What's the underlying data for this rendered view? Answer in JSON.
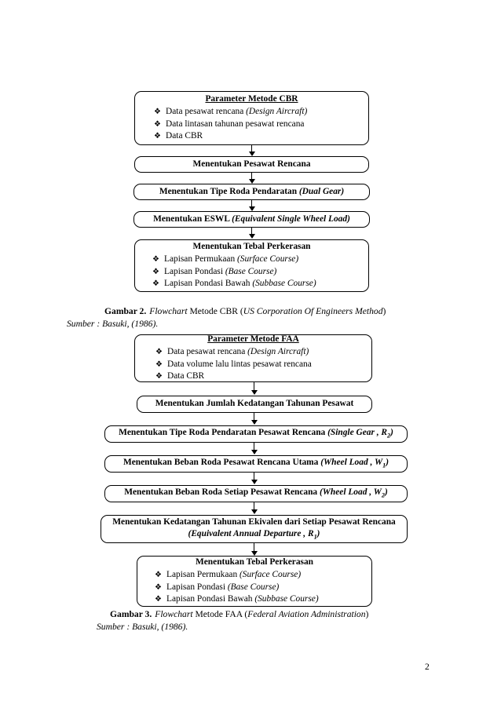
{
  "figure_cbr": {
    "box1": {
      "title": "Parameter Metode CBR",
      "bullet_mark": "❖",
      "items": [
        {
          "plain": "Data pesawat rencana ",
          "italic": "(Design Aircraft)"
        },
        {
          "plain": "Data lintasan tahunan pesawat rencana",
          "italic": ""
        },
        {
          "plain": "Data CBR",
          "italic": ""
        }
      ]
    },
    "box2": {
      "plain": "Menentukan Pesawat Rencana",
      "italic": ""
    },
    "box3": {
      "plain": "Menentukan Tipe Roda Pendaratan ",
      "italic": "(Dual Gear)"
    },
    "box4": {
      "plain": "Menentukan ESWL ",
      "italic": "(Equivalent Single Wheel Load)"
    },
    "box5": {
      "title": "Menentukan Tebal Perkerasan",
      "bullet_mark": "❖",
      "items": [
        {
          "plain": "Lapisan Permukaan ",
          "italic": "(Surface Course)"
        },
        {
          "plain": "Lapisan Pondasi ",
          "italic": "(Base Course)"
        },
        {
          "plain": "Lapisan Pondasi Bawah ",
          "italic": "(Subbase Course)"
        }
      ]
    },
    "caption": {
      "label": "Gambar 2.",
      "word_italic": "Flowchart",
      "mid": " Metode CBR (",
      "expansion": "US Corporation Of Engineers Method",
      "close": ")",
      "source": "Sumber : Basuki, (1986)."
    }
  },
  "figure_faa": {
    "box1": {
      "title": "Parameter Metode FAA",
      "bullet_mark": "❖",
      "items": [
        {
          "plain": "Data pesawat rencana ",
          "italic": "(Design Aircraft)"
        },
        {
          "plain": "Data volume lalu lintas pesawat rencana",
          "italic": ""
        },
        {
          "plain": "Data CBR",
          "italic": ""
        }
      ]
    },
    "box2": {
      "plain": "Menentukan Jumlah Kedatangan Tahunan Pesawat",
      "italic": ""
    },
    "box3": {
      "plain": "Menentukan Tipe Roda Pendaratan Pesawat Rencana ",
      "italic": "(Single Gear , R",
      "sub": "2",
      "tail": ")"
    },
    "box4": {
      "plain": "Menentukan Beban Roda Pesawat Rencana Utama ",
      "italic": "(Wheel Load , W",
      "sub": "1",
      "tail": ")"
    },
    "box5": {
      "plain": "Menentukan Beban Roda Setiap Pesawat Rencana ",
      "italic": "(Wheel Load , W",
      "sub": "2",
      "tail": ")"
    },
    "box6": {
      "line1": "Menentukan Kedatangan Tahunan  Ekivalen dari Setiap Pesawat Rencana",
      "line2_italic": "(Equivalent Annual Departure , R",
      "sub": "1",
      "tail": ")"
    },
    "box7": {
      "title": "Menentukan Tebal Perkerasan",
      "bullet_mark": "❖",
      "items": [
        {
          "plain": "Lapisan Permukaan ",
          "italic": "(Surface Course)"
        },
        {
          "plain": "Lapisan Pondasi ",
          "italic": "(Base Course)"
        },
        {
          "plain": "Lapisan Pondasi Bawah ",
          "italic": "(Subbase Course)"
        }
      ]
    },
    "caption": {
      "label": "Gambar 3.",
      "word_italic": "Flowchart",
      "mid": " Metode FAA (",
      "expansion": "Federal Aviation Administration",
      "close": ")",
      "source": "Sumber : Basuki, (1986)."
    }
  },
  "page_number": "2"
}
